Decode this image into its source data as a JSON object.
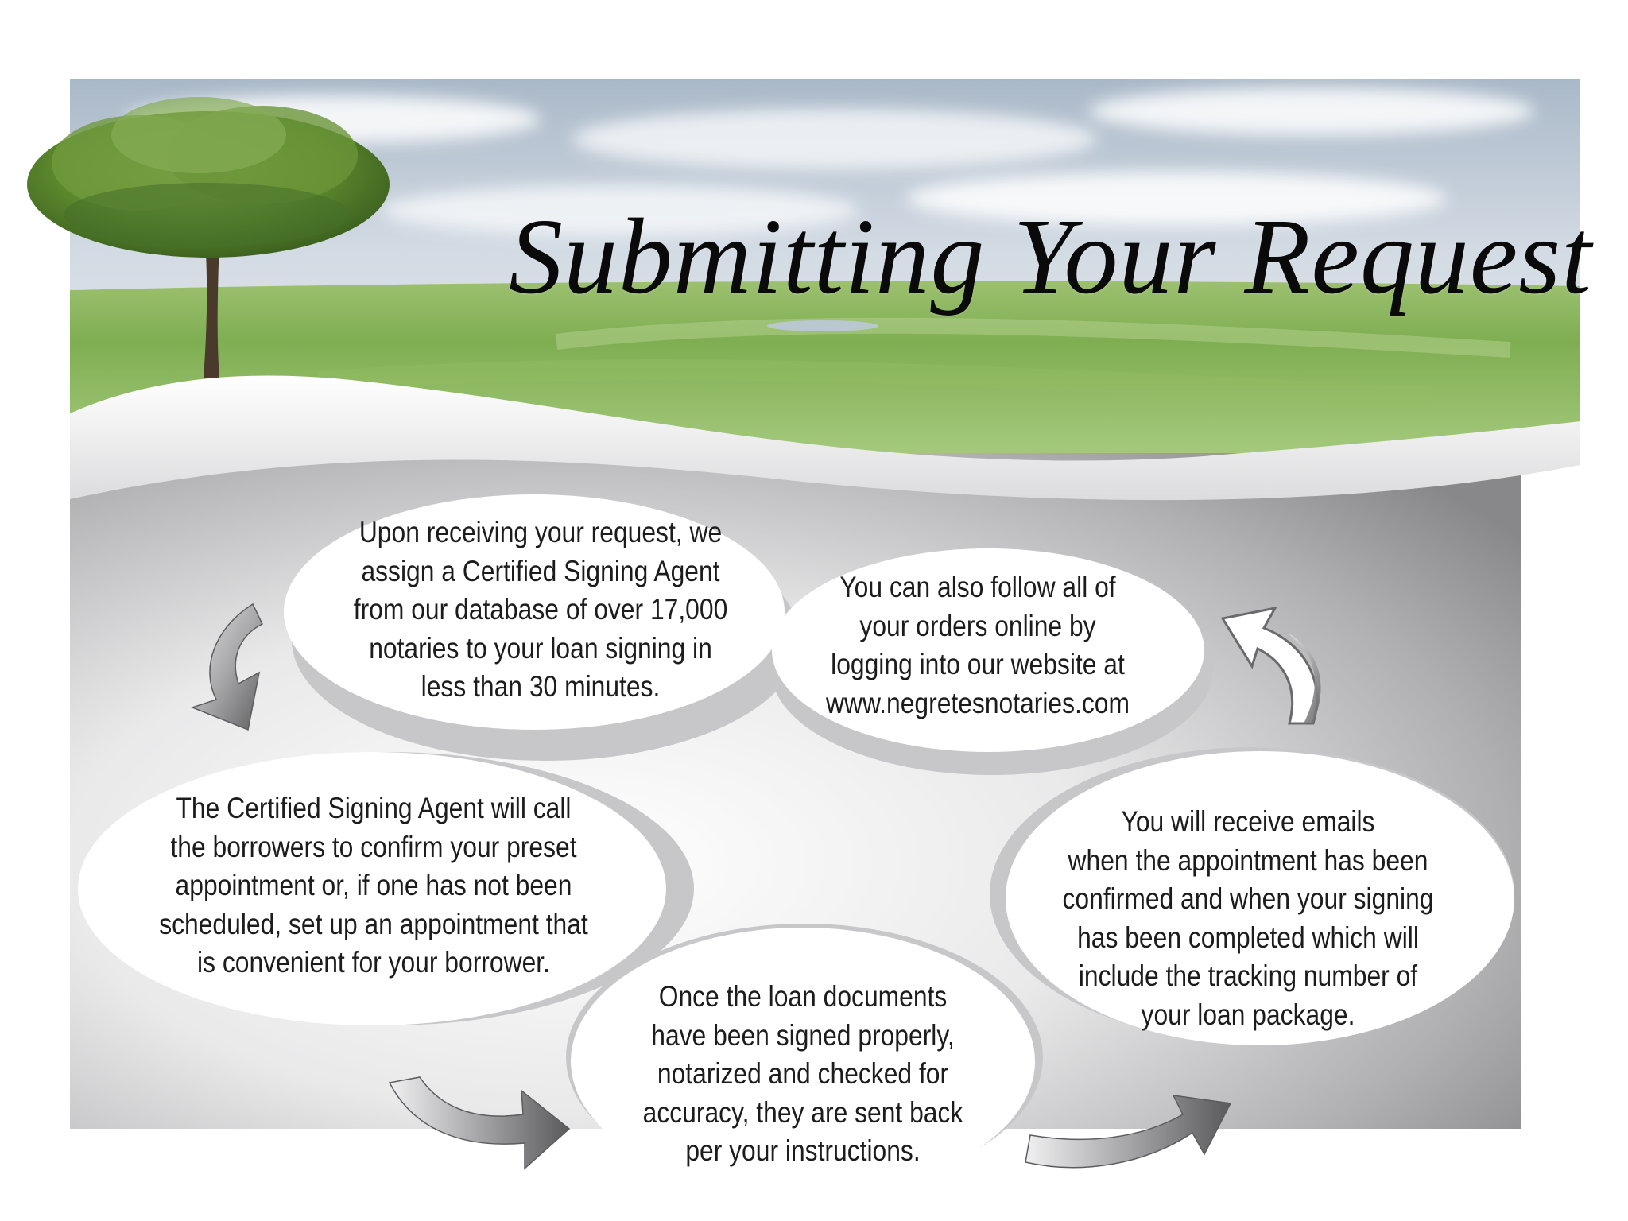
{
  "title": "Submitting Your Request",
  "steps": [
    {
      "id": "assign-agent",
      "lines": [
        "Upon receiving your request, we",
        "assign a Certified Signing Agent",
        "from our database of over 17,000",
        "notaries to your loan signing in",
        "less than 30 minutes."
      ]
    },
    {
      "id": "follow-online",
      "lines": [
        "You can also follow all of",
        "your orders online by",
        "logging into our website at",
        "www.negretesnotaries.com"
      ]
    },
    {
      "id": "agent-calls",
      "lines": [
        "The Certified Signing Agent will call",
        "the borrowers to confirm your preset",
        "appointment or, if one has not been",
        "scheduled, set up an appointment that",
        "is convenient for your borrower."
      ]
    },
    {
      "id": "receive-emails",
      "lines": [
        "You will receive emails",
        "when the appointment has been",
        "confirmed and when your signing",
        "has been completed which will",
        "include the tracking number of",
        "your loan package."
      ]
    },
    {
      "id": "documents-returned",
      "lines": [
        "Once the loan documents",
        "have been signed properly,",
        "notarized and checked for",
        "accuracy, they are sent back",
        "per your instructions."
      ]
    }
  ],
  "colors": {
    "sky_top": "#aebccb",
    "grass": "#7fae52",
    "panel_dark": "#8c8c8e",
    "bubble_fill": "#ffffff",
    "arrow_gray": "#8a8a8c",
    "title_text": "#0a0a0a"
  },
  "icons": [
    "tree-image",
    "curved-arrow-icon"
  ]
}
